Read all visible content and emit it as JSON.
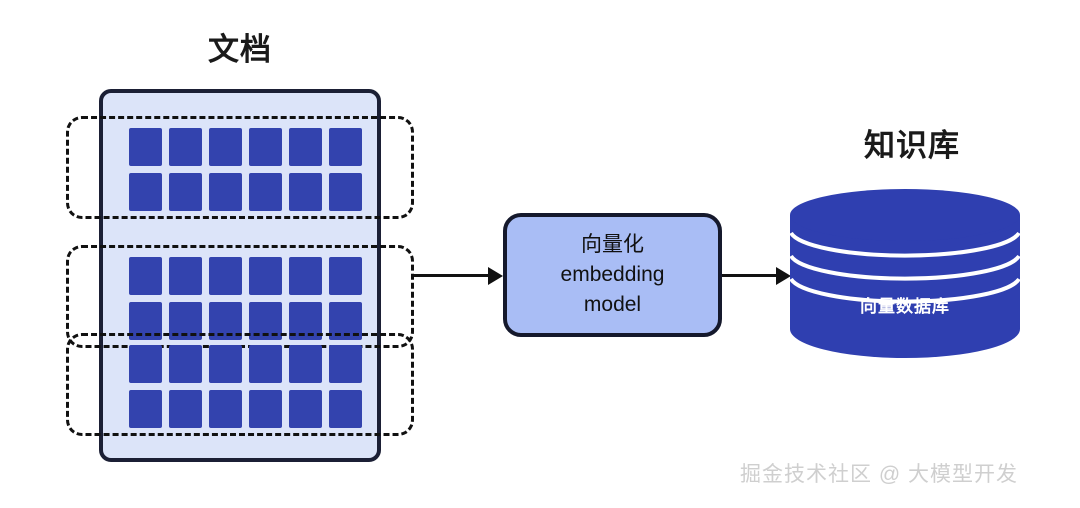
{
  "diagram": {
    "document_section": {
      "title": "文档",
      "panel_name": "document-panel",
      "chunks": [
        {
          "id": "chunk-0",
          "squares": 12
        },
        {
          "id": "chunk-1",
          "squares": 12
        },
        {
          "id": "chunk-2",
          "squares": 12
        }
      ]
    },
    "embedding_node": {
      "line1": "向量化",
      "line2": "embedding",
      "line3": "model"
    },
    "knowledge_base": {
      "title": "知识库",
      "db_label": "向量数据库",
      "band_count": 3
    },
    "arrows": [
      {
        "name": "arrow-doc-to-embedding"
      },
      {
        "name": "arrow-embedding-to-db"
      }
    ]
  },
  "watermark": {
    "text": "掘金技术社区 @ 大模型开发"
  },
  "colors": {
    "square_blue": "#3343ae",
    "panel_light_blue": "#dce4f9",
    "embed_fill": "#a9bdf5",
    "cylinder_blue": "#2f3fb0",
    "border_dark": "#1b1f35",
    "watermark_gray": "#cfcfcf"
  }
}
